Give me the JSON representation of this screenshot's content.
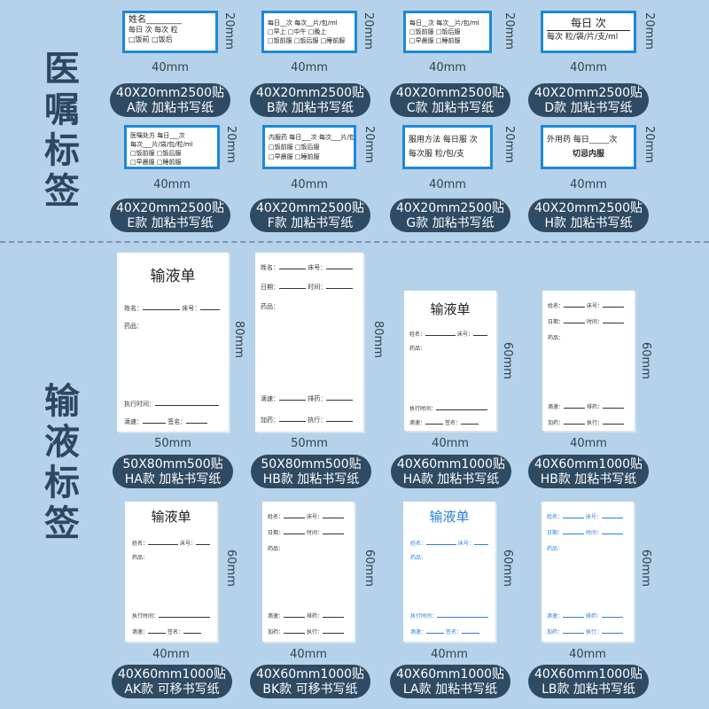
{
  "side_titles": {
    "top": [
      "医",
      "嘱",
      "标",
      "签"
    ],
    "bottom": [
      "输",
      "液",
      "标",
      "签"
    ]
  },
  "small_labels": [
    {
      "lines": [
        "姓名________",
        "每日 次 每次 粒",
        "□饭前 □饭后"
      ],
      "width": "40mm",
      "height": "20mm",
      "pill": [
        "40X20mm2500贴",
        "A款 加粘书写纸"
      ]
    },
    {
      "lines": [
        "每日__次 每次__片/包/ml",
        "□早上 □中午 □晚上",
        "□饭前服 □饭后服 □睡前服"
      ],
      "width": "40mm",
      "height": "20mm",
      "pill": [
        "40X20mm2500贴",
        "B款 加粘书写纸"
      ]
    },
    {
      "lines": [
        "每日__次 每次__片/包/ml",
        "□饭前服 □饭后服",
        "□早晨服 □睡前服"
      ],
      "width": "40mm",
      "height": "20mm",
      "pill": [
        "40X20mm2500贴",
        "C款 加粘书写纸"
      ]
    },
    {
      "lines": [
        "每日 次",
        "每次 粒/袋/片/支/ml"
      ],
      "width": "40mm",
      "height": "20mm",
      "pill": [
        "40X20mm2500贴",
        "D款 加粘书写纸"
      ]
    },
    {
      "lines": [
        "医嘱处方 每日___次",
        "每次___片/袋/包/粒/ml",
        "□饭前服 □饭后服",
        "□早晨服 □睡前服"
      ],
      "width": "40mm",
      "height": "20mm",
      "pill": [
        "40X20mm2500贴",
        "E款 加粘书写纸"
      ]
    },
    {
      "lines": [
        "内服药 每日___次 每次___片/包/ml",
        "□饭前服 □饭后服",
        "□早晨服 □睡前服"
      ],
      "width": "40mm",
      "height": "20mm",
      "pill": [
        "40X20mm2500贴",
        "F款 加粘书写纸"
      ]
    },
    {
      "lines": [
        "服用方法 每日服 次",
        "每次服 粒/包/支"
      ],
      "width": "40mm",
      "height": "20mm",
      "pill": [
        "40X20mm2500贴",
        "G款 加粘书写纸"
      ]
    },
    {
      "lines": [
        "外用药 每日_____次",
        "切忌内服"
      ],
      "width": "40mm",
      "height": "20mm",
      "pill": [
        "40X20mm2500贴",
        "H款 加粘书写纸"
      ]
    }
  ],
  "big_labels": [
    {
      "title": "输液单",
      "fields": [
        "姓名：",
        "床号：",
        "药品：",
        "执行时间：",
        "滴速：",
        "签名："
      ],
      "width": "50mm",
      "height": "80mm",
      "pill": [
        "50X80mm500贴",
        "HA款 加粘书写纸"
      ]
    },
    {
      "title": "",
      "fields": [
        "姓名：",
        "床号：",
        "日期：",
        "时间：",
        "药品：",
        "滴速：",
        "排药：",
        "加药：",
        "执行："
      ],
      "width": "50mm",
      "height": "80mm",
      "pill": [
        "50X80mm500贴",
        "HB款 加粘书写纸"
      ]
    },
    {
      "title": "输液单",
      "fields": [
        "姓名：",
        "床号：",
        "药品：",
        "执行时间：",
        "滴速：",
        "签名："
      ],
      "width": "40mm",
      "height": "60mm",
      "pill": [
        "40X60mm1000贴",
        "HA款 加粘书写纸"
      ]
    },
    {
      "title": "",
      "fields": [
        "姓名：",
        "床号：",
        "日期：",
        "时间：",
        "药品：",
        "滴速：",
        "排药：",
        "加药：",
        "执行："
      ],
      "width": "40mm",
      "height": "60mm",
      "pill": [
        "40X60mm1000贴",
        "HB款 加粘书写纸"
      ]
    },
    {
      "title": "输液单",
      "fields": [
        "姓名：",
        "床号：",
        "药品：",
        "执行时间：",
        "滴速：",
        "签名："
      ],
      "width": "40mm",
      "height": "60mm",
      "pill": [
        "40X60mm1000贴",
        "AK款 可移书写纸"
      ]
    },
    {
      "title": "",
      "fields": [
        "姓名：",
        "床号：",
        "日期：",
        "时间：",
        "药品：",
        "滴速：",
        "排药：",
        "加药：",
        "执行："
      ],
      "width": "40mm",
      "height": "60mm",
      "pill": [
        "40X60mm1000贴",
        "BK款 可移书写纸"
      ]
    },
    {
      "title": "输液单",
      "fields": [
        "姓名：",
        "床号：",
        "药品：",
        "执行时间：",
        "滴速：",
        "签名："
      ],
      "width": "40mm",
      "height": "60mm",
      "pill": [
        "40X60mm1000贴",
        "LA款 加粘书写纸"
      ]
    },
    {
      "title": "",
      "fields": [
        "姓名：",
        "床号：",
        "日期：",
        "时间：",
        "药品：",
        "滴速：",
        "排药：",
        "加药：",
        "执行："
      ],
      "width": "40mm",
      "height": "60mm",
      "pill": [
        "40X60mm1000贴",
        "LB款 加粘书写纸"
      ]
    }
  ],
  "colors": {
    "background": "#b5d2ea",
    "pill": "#2f4a63",
    "label_border": "#1e88d6",
    "blue_text": "#2b7fd6"
  }
}
